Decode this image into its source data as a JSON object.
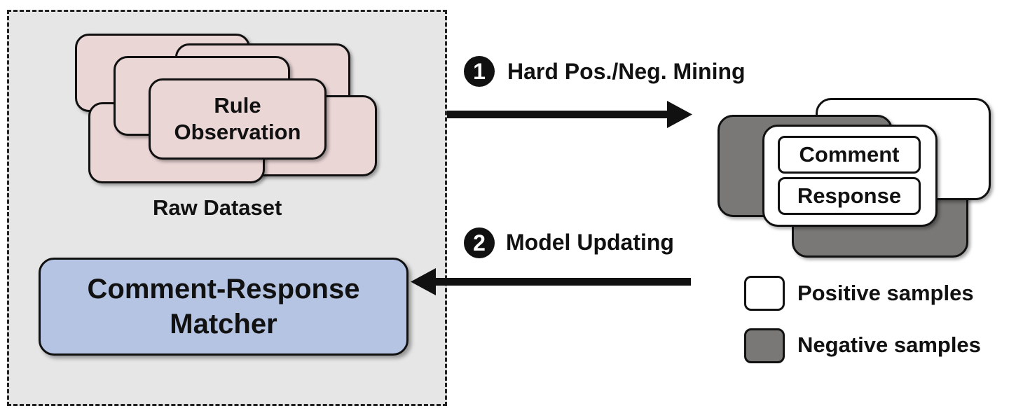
{
  "raw_dataset": {
    "card_text_line1": "Rule",
    "card_text_line2": "Observation",
    "caption": "Raw Dataset"
  },
  "matcher": {
    "line1": "Comment-Response",
    "line2": "Matcher"
  },
  "steps": [
    {
      "number": "1",
      "label": "Hard Pos./Neg. Mining"
    },
    {
      "number": "2",
      "label": "Model Updating"
    }
  ],
  "samples": {
    "comment_label": "Comment",
    "response_label": "Response"
  },
  "legend": {
    "positive": "Positive samples",
    "negative": "Negative samples"
  },
  "colors": {
    "panel": "#e6e6e6",
    "raw_card": "#ebd6d6",
    "matcher": "#b4c4e2",
    "negative": "#7a7877",
    "positive": "#ffffff"
  }
}
